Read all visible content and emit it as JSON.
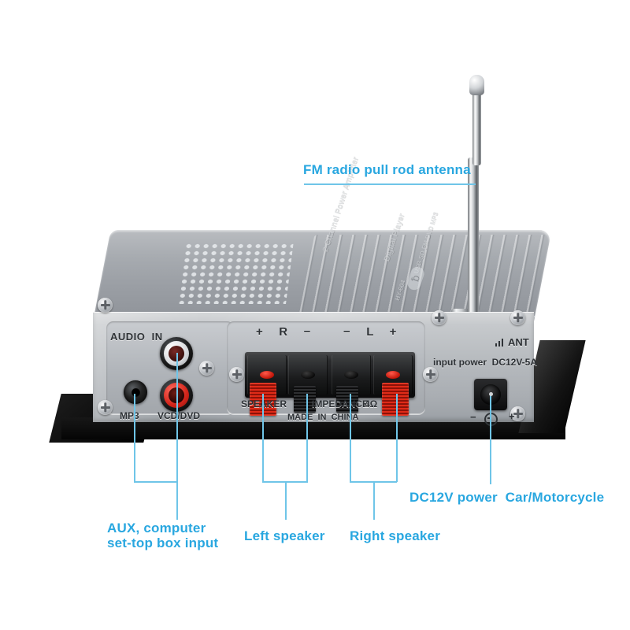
{
  "image": {
    "subject": "Mini HiFi stereo digital power amplifier, rear panel view with annotation callouts",
    "background_color": "#ffffff",
    "callout_color": "#29a7e0",
    "callout_line_color": "#6fc5e8"
  },
  "callouts": [
    {
      "id": "antenna",
      "label": "FM radio pull rod antenna"
    },
    {
      "id": "aux",
      "label": "AUX, computer",
      "label2": "set-top box input"
    },
    {
      "id": "left_speaker",
      "label": "Left speaker"
    },
    {
      "id": "right_speaker",
      "label": "Right speaker"
    },
    {
      "id": "dc_power",
      "label": "DC12V power  Car/Motorcycle"
    }
  ],
  "device": {
    "front_panel": {
      "audio_in_label": "AUDIO  IN",
      "mp3_jack_label": "MP3",
      "rca_jack_label": "VCD/DVD",
      "speaker_polarity_left": "+   R   −",
      "speaker_polarity_right": "−   L   +",
      "speaker_text": "SPEAKER",
      "impedance_text": "IMPEDANCE",
      "impedance_value": "4Ω",
      "origin_text": "MADE  IN  CHINA",
      "antenna_label": "ANT",
      "power_input_label": "input power  DC12V-5A",
      "dc_polarity_minus": "−",
      "dc_polarity_plus": "+"
    },
    "top_branding": {
      "line1": "2 Channel Power Amplifier",
      "line2": "Digital Player",
      "line3": "USB SD FM DVD MP3",
      "model": "HY-604",
      "bluetooth_icon": "bluetooth-icon"
    }
  },
  "icons": {
    "antenna_signal": "antenna-signal-icon",
    "dc_polarity": "dc-center-negative-icon",
    "bluetooth": "bluetooth-icon"
  }
}
